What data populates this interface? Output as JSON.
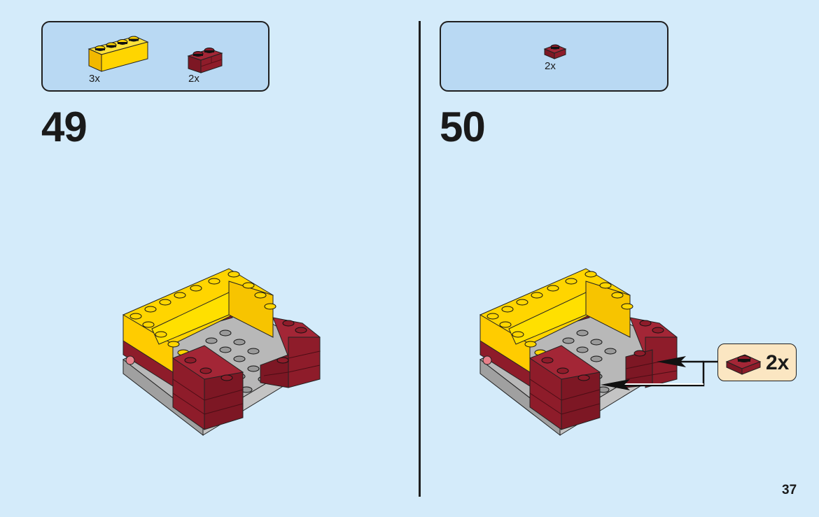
{
  "page": {
    "number": "37",
    "background": "#d4ebfa"
  },
  "steps": [
    {
      "number": "49",
      "parts": [
        {
          "name": "yellow 1x4 brick",
          "color": "#ffd500",
          "qty": "3x"
        },
        {
          "name": "dark red 1x2 masonry brick",
          "color": "#8e1c2a",
          "qty": "2x"
        }
      ]
    },
    {
      "number": "50",
      "parts": [
        {
          "name": "dark red 1x1 plate",
          "color": "#8e1c2a",
          "qty": "2x"
        }
      ],
      "callout": {
        "part": "dark red 1x1 plate",
        "qty": "2x",
        "background": "#fbe6c2"
      }
    }
  ],
  "colors": {
    "yellow": "#ffd500",
    "yellow_side": "#f2b800",
    "dark_red": "#8e1c2a",
    "gray": "#b0b0b0",
    "gray_dark": "#8c8c8c",
    "parts_box": "#b9d9f3"
  }
}
